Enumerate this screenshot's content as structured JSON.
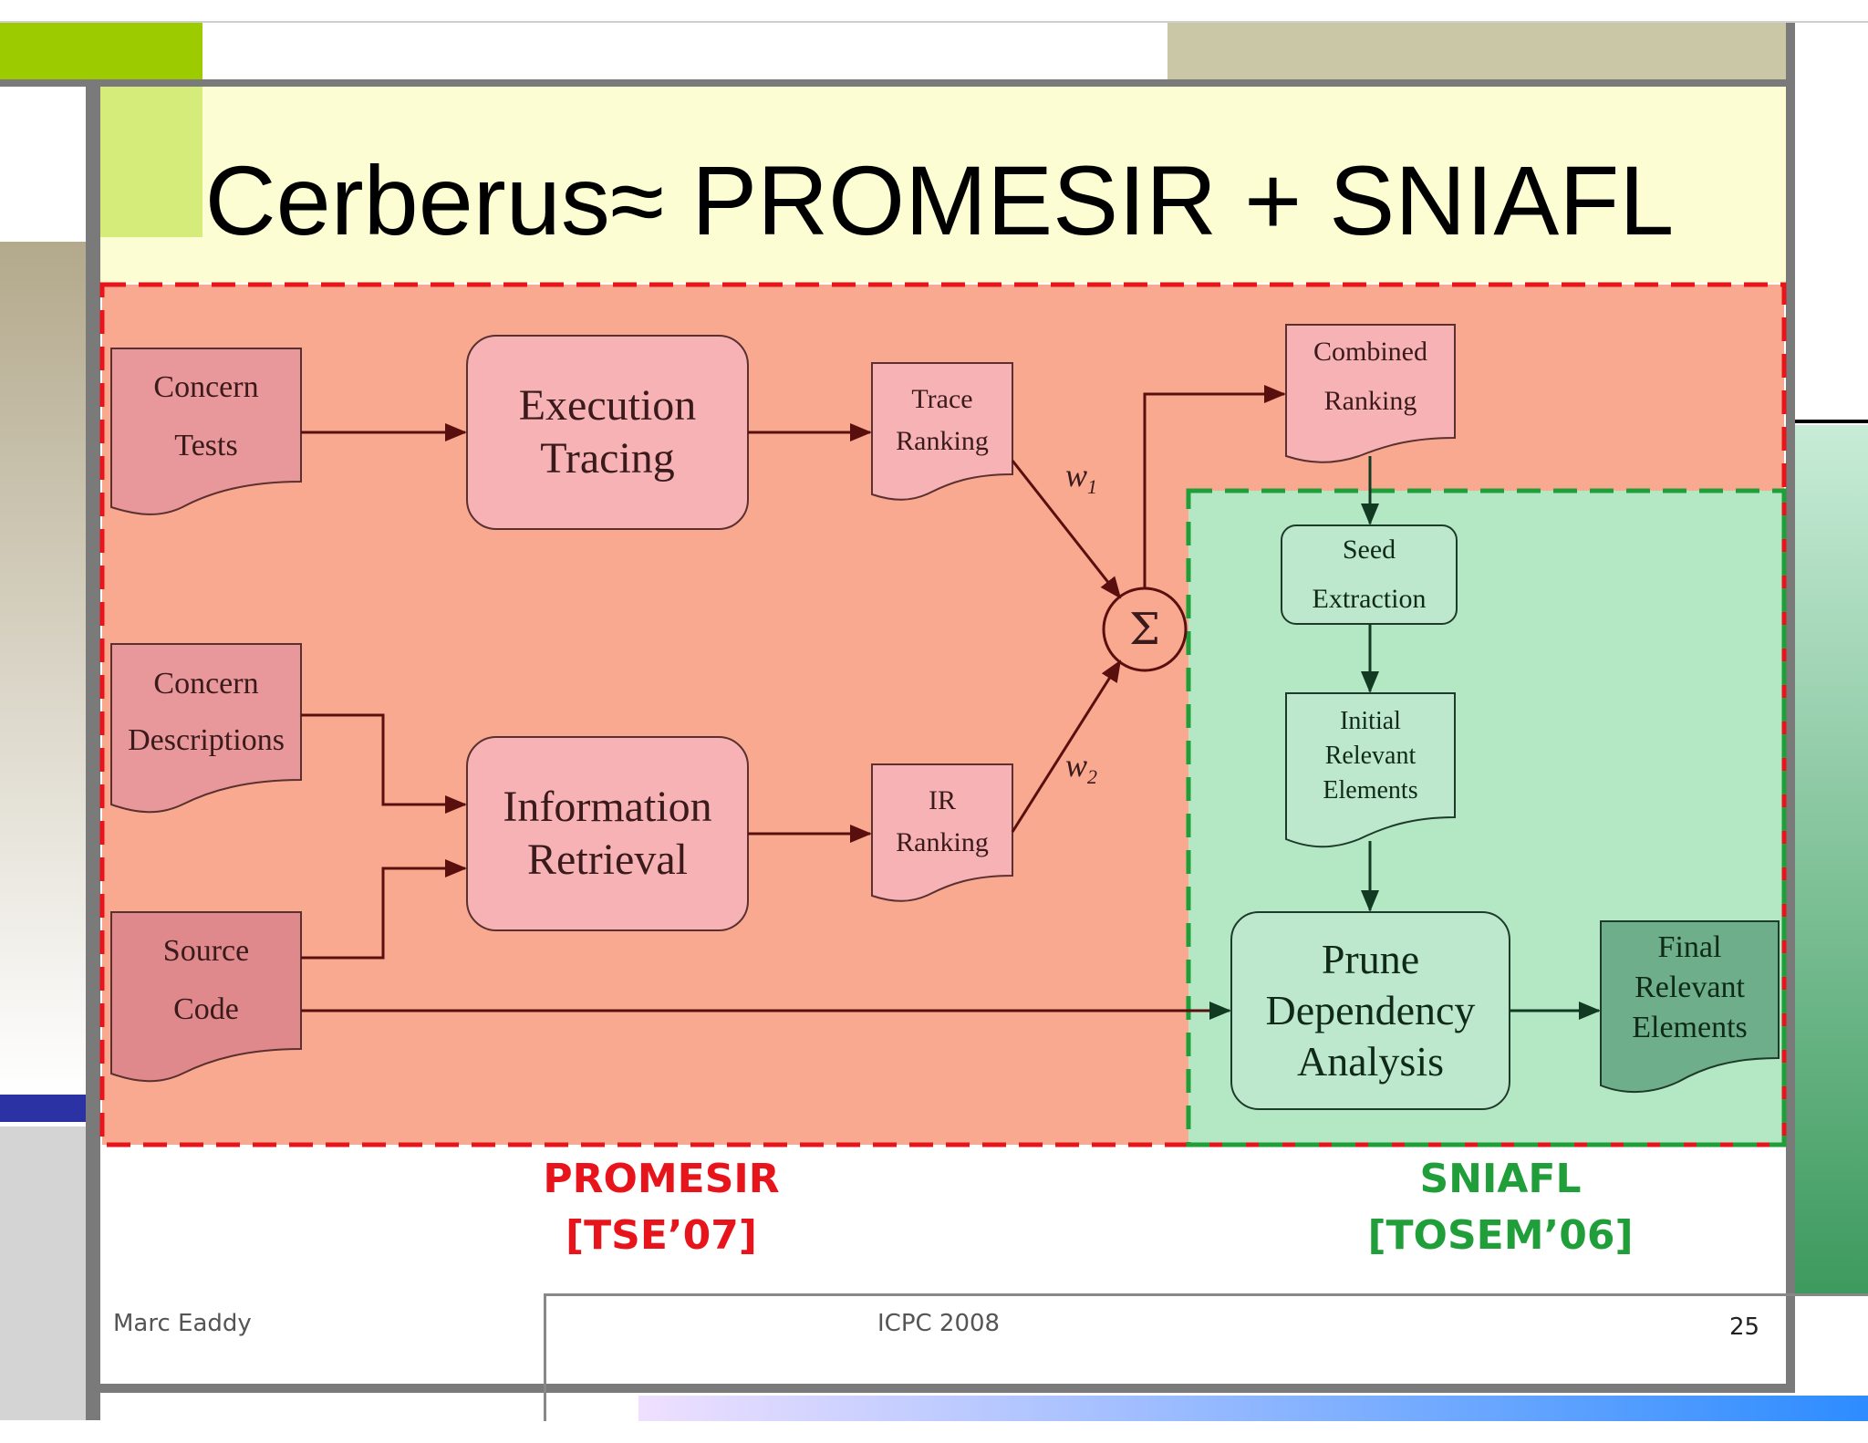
{
  "slide": {
    "title": "Cerberus≈ PROMESIR + SNIAFL",
    "footer_left": "Marc Eaddy",
    "footer_center": "ICPC 2008",
    "footer_right": "25"
  },
  "diagram": {
    "inputs": {
      "concern_tests": [
        "Concern",
        "Tests"
      ],
      "concern_descriptions": [
        "Concern",
        "Descriptions"
      ],
      "source_code": [
        "Source",
        "Code"
      ]
    },
    "processes": {
      "execution_tracing": [
        "Execution",
        "Tracing"
      ],
      "information_retrieval": [
        "Information",
        "Retrieval"
      ],
      "seed_extraction": [
        "Seed",
        "Extraction"
      ],
      "prune_dependency_analysis": [
        "Prune",
        "Dependency",
        "Analysis"
      ]
    },
    "outputs": {
      "trace_ranking": [
        "Trace",
        "Ranking"
      ],
      "ir_ranking": [
        "IR",
        "Ranking"
      ],
      "combined_ranking": [
        "Combined",
        "Ranking"
      ],
      "initial_relevant_elements": [
        "Initial",
        "Relevant",
        "Elements"
      ],
      "final_relevant_elements": [
        "Final",
        "Relevant",
        "Elements"
      ]
    },
    "weights": {
      "w1": "w",
      "w1_sub": "1",
      "w2": "w",
      "w2_sub": "2"
    },
    "sum_symbol": "Σ",
    "regions": {
      "promesir": {
        "label": "PROMESIR",
        "ref": "[TSE’07]",
        "color": "#e8141c"
      },
      "sniafl": {
        "label": "SNIAFL",
        "ref": "[TOSEM’06]",
        "color": "#1f9e3a"
      }
    }
  },
  "colors": {
    "promesir_fill": "#f9a98f",
    "sniafl_fill": "#b4e8c4",
    "title_band": "#fdfdd3",
    "arrow_dark_red": "#5a0f0f",
    "arrow_dark_green": "#123a22"
  }
}
